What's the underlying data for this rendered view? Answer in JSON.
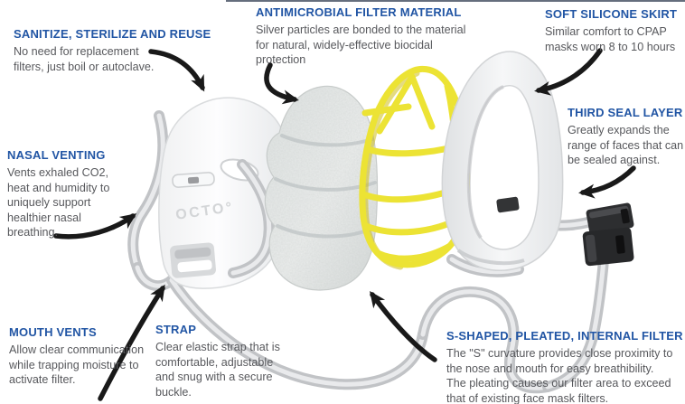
{
  "colors": {
    "heading_blue": "#2155a4",
    "body_gray": "#57585c",
    "arrow_black": "#191919",
    "frame_yellow": "#ece334",
    "strap_gray": "#c1c3c6",
    "buckle_black": "#2a2b2d",
    "background": "#ffffff"
  },
  "product": {
    "logo_text": "OCTO°"
  },
  "callouts": {
    "sanitize": {
      "title": "SANITIZE, STERILIZE AND REUSE",
      "lines": [
        "No need for replacement",
        "filters, just boil or autoclave."
      ]
    },
    "antimicrobial": {
      "title": "ANTIMICROBIAL FILTER MATERIAL",
      "lines": [
        "Silver particles are bonded to the material",
        "for natural, widely-effective biocidal",
        "protection"
      ]
    },
    "soft_silicone": {
      "title": "SOFT SILICONE SKIRT",
      "lines": [
        "Similar comfort to CPAP",
        "masks worn 8 to 10 hours"
      ]
    },
    "third_seal": {
      "title": "THIRD SEAL LAYER",
      "lines": [
        "Greatly expands the",
        "range of faces that can",
        "be sealed against."
      ]
    },
    "nasal_venting": {
      "title": "NASAL VENTING",
      "lines": [
        "Vents exhaled CO2,",
        "heat and humidity to",
        "uniquely support",
        "healthier nasal",
        "breathing."
      ]
    },
    "mouth_vents": {
      "title": "MOUTH VENTS",
      "lines": [
        "Allow clear communication",
        "while trapping moisture to",
        "activate filter."
      ]
    },
    "strap": {
      "title": "STRAP",
      "lines": [
        "Clear elastic strap that is",
        "comfortable, adjustable",
        "and snug with a secure",
        "buckle."
      ]
    },
    "s_filter": {
      "title": "S-SHAPED, PLEATED, INTERNAL FILTER",
      "lines": [
        "The \"S\" curvature provides close proximity to",
        "the nose and mouth for easy breathibility.",
        "The pleating causes our filter area to exceed",
        "that of existing face mask filters."
      ]
    }
  }
}
